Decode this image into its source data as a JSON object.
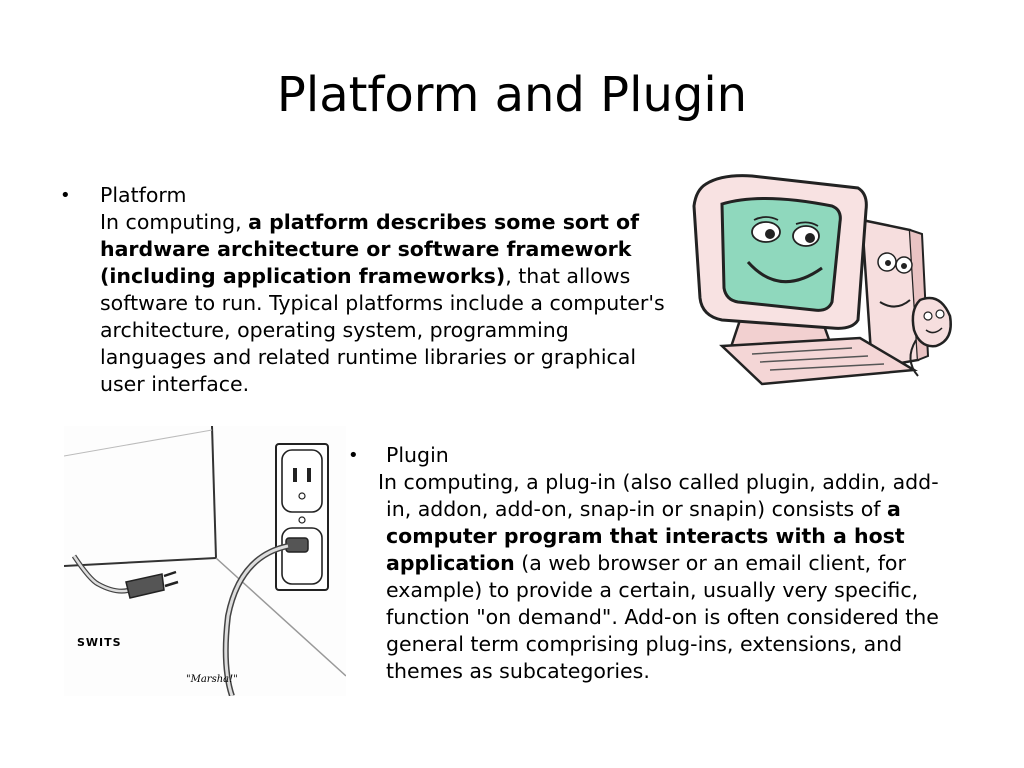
{
  "slide": {
    "title": "Platform and Plugin"
  },
  "platform": {
    "bullet": "•",
    "heading": "Platform",
    "text_1": "In computing, ",
    "bold_1": "a platform describes some sort of hardware architecture or software framework (including application frameworks)",
    "text_2": ", that allows software to run. Typical platforms include a computer's architecture, operating system, programming languages and related runtime libraries or graphical user interface."
  },
  "plugin": {
    "bullet": "•",
    "heading": "Plugin",
    "text_1": "In computing, a plug-in (also called plugin, addin, add-in, addon, add-on, snap-in or snapin) consists of ",
    "bold_1": "a computer program that interacts with a host application",
    "text_2": " (a web browser or an email client, for example) to provide a certain, usually very specific, function \"on demand\". Add-on is often considered the general term comprising plug-ins, extensions, and themes as subcategories."
  },
  "cartoon": {
    "signature": "SWITS",
    "caption": "\"Marsha!\""
  },
  "icons": {
    "computer": "smiling-computer-icon",
    "outlet": "wall-outlet-plug-icon"
  }
}
